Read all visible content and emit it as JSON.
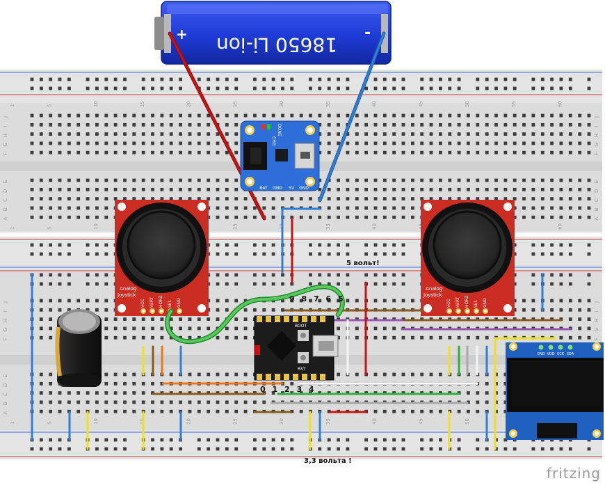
{
  "battery": {
    "label": "18650 Li-ion",
    "plus": "+",
    "minus": "-"
  },
  "charger": {
    "pin_labels": [
      "BAT",
      "GND",
      "5V",
      "GND"
    ],
    "status_labels": [
      "CHG",
      "DONE"
    ]
  },
  "joystick_left": {
    "label_line1": "Analog",
    "label_line2": "Joystick",
    "pins": [
      "VCC",
      "VERT",
      "HORZ",
      "SEL",
      "GND"
    ]
  },
  "joystick_right": {
    "label_line1": "Analog",
    "label_line2": "Joystick",
    "pins": [
      "VCC",
      "VERT",
      "HORZ",
      "SEL",
      "GND"
    ]
  },
  "mcu": {
    "top_pins": "9 8 7 6 5",
    "bottom_pins": "0 1 2 3 4",
    "boot_label": "BOOT",
    "rst_label": "RST"
  },
  "oled": {
    "pins": [
      "GND",
      "VDD",
      "SCK",
      "SDA"
    ]
  },
  "annotations": {
    "five_volts": "5 вольт!",
    "three_volts": "3,3 вольта !"
  },
  "breadboard": {
    "column_numbers": [
      "1",
      "5",
      "10",
      "15",
      "20",
      "25",
      "30",
      "35",
      "40",
      "45",
      "50",
      "55",
      "60"
    ],
    "row_letters_top": [
      "J",
      "I",
      "H",
      "G",
      "F"
    ],
    "row_letters_bottom": [
      "E",
      "D",
      "C",
      "B",
      "A"
    ]
  },
  "brand": "fritzing",
  "colors": {
    "wire_red": "#cc1111",
    "wire_blue": "#2f7fd8",
    "wire_green": "#2fae3a",
    "wire_yellow": "#f0e020",
    "wire_orange": "#e87820",
    "wire_brown": "#8a5a1a",
    "wire_purple": "#9a55b5",
    "wire_gray": "#a8a8a8",
    "wire_white": "#f4f4f4",
    "battery": "#1e3bd6",
    "joystick_pcb": "#cc2d22",
    "charger_pcb": "#2e6ed8",
    "oled_pcb": "#1f5fbf",
    "mcu_pcb": "#1c1c1c"
  }
}
